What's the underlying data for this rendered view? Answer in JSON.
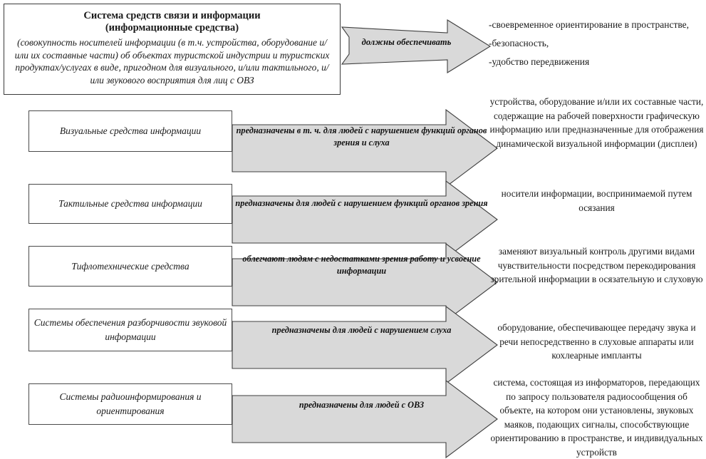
{
  "title": {
    "heading_line1": "Система средств связи и информации",
    "heading_line2": "(информационные средства)",
    "description": "(совокупность носителей информации (в т.ч. устройства, оборудование и/или их составные части) об объектах туристской индустрии и туристских продуктах/услугах в виде, пригодном для визуального, и/или тактильного, и/или звукового восприятия для лиц с ОВЗ"
  },
  "top_arrow": {
    "label": "должны обеспечивать"
  },
  "top_list": {
    "items": [
      "-своевременное ориентирование в пространстве,",
      "-безопасность,",
      "-удобство передвижения"
    ]
  },
  "rows": [
    {
      "category": "Визуальные средства информации",
      "arrow_label": "предназначены в т. ч. для людей с нарушением функций органов зрения и слуха",
      "description": "устройства, оборудование и/или их составные части, содержащие на рабочей поверхности графическую информацию или предназначенные для отображения динамической визуальной информации (дисплеи)"
    },
    {
      "category": "Тактильные средства информации",
      "arrow_label": "предназначены для людей с нарушением функций органов зрения",
      "description": "носители информации, воспринимаемой путем осязания"
    },
    {
      "category": "Тифлотехнические средства",
      "arrow_label": "облегчают людям с недостатками зрения работу и усвоение информации",
      "description": "заменяют визуальный контроль другими видами чувствительности посредством перекодирования зрительной информации в осязательную и слуховую"
    },
    {
      "category": "Системы обеспечения разборчивости звуковой информации",
      "arrow_label": "предназначены для людей с нарушением слуха",
      "description": "оборудование, обеспечивающее передачу звука и речи непосредственно в слуховые аппараты или кохлеарные импланты"
    },
    {
      "category": "Системы радиоинформирования и ориентирования",
      "arrow_label": "предназначены для людей с ОВЗ",
      "description": "система, состоящая из информаторов, передающих по запросу пользователя радиосообщения об объекте, на котором они установлены, звуковых маяков, подающих сигналы, способствующие ориентированию в пространстве, и индивидуальных устройств"
    }
  ],
  "colors": {
    "arrow_fill": "#d9d9d9",
    "arrow_stroke": "#3f3f3f",
    "box_stroke": "#4a4a4a",
    "text": "#1a1a1a",
    "page_background": "#ffffff"
  }
}
